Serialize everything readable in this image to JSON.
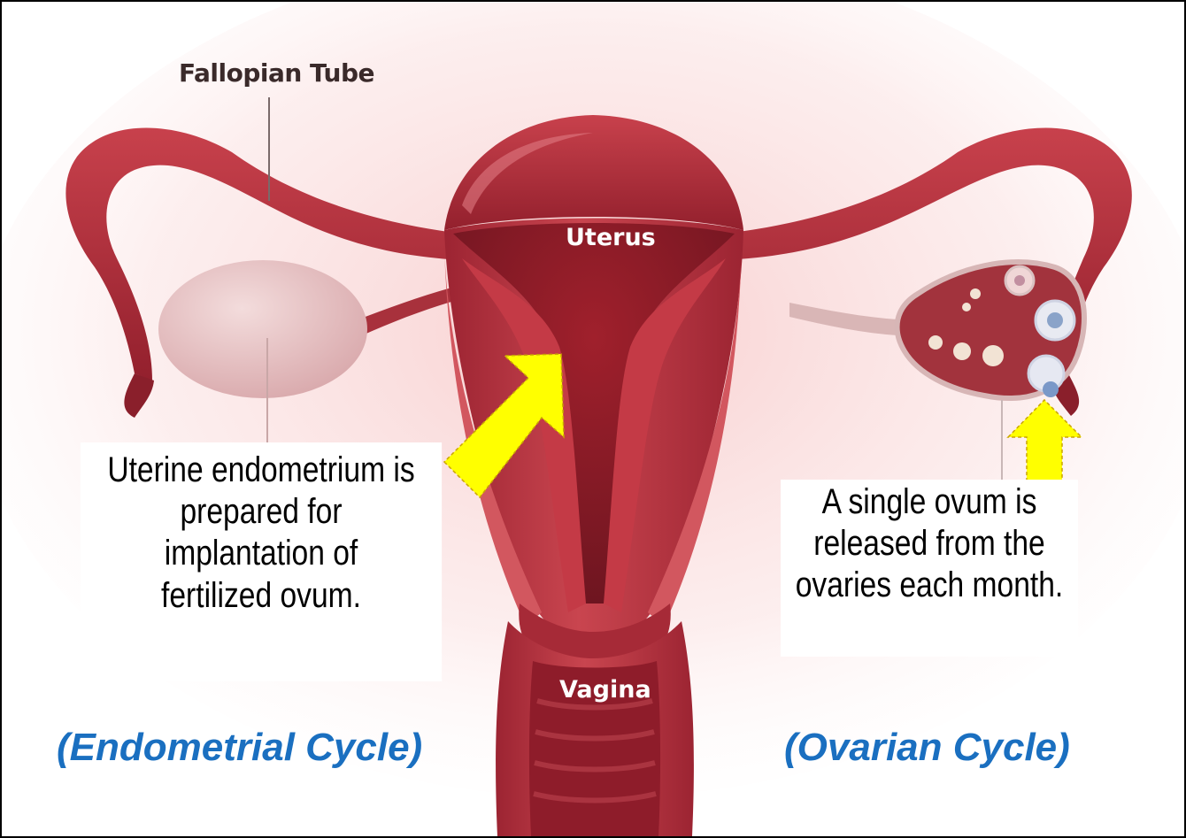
{
  "labels": {
    "fallopian_tube": "Fallopian Tube",
    "uterus": "Uterus",
    "vagina": "Vagina"
  },
  "callouts": {
    "left_lines": [
      "Uterine endometrium is",
      "prepared for",
      "implantation of",
      "fertilized ovum."
    ],
    "right_lines": [
      "A single ovum is",
      "released from the",
      "ovaries each month."
    ]
  },
  "cycles": {
    "left": "(Endometrial Cycle)",
    "right": "(Ovarian Cycle)"
  },
  "colors": {
    "organ_main": "#b5333f",
    "organ_dark": "#7e1a24",
    "ovary_left": "#e8c4c4",
    "arrow": "#ffff00",
    "cycle_text": "#1a6fc0"
  },
  "icons": {
    "arrow_left": "arrow-up-right-icon",
    "arrow_right": "arrow-up-icon"
  }
}
